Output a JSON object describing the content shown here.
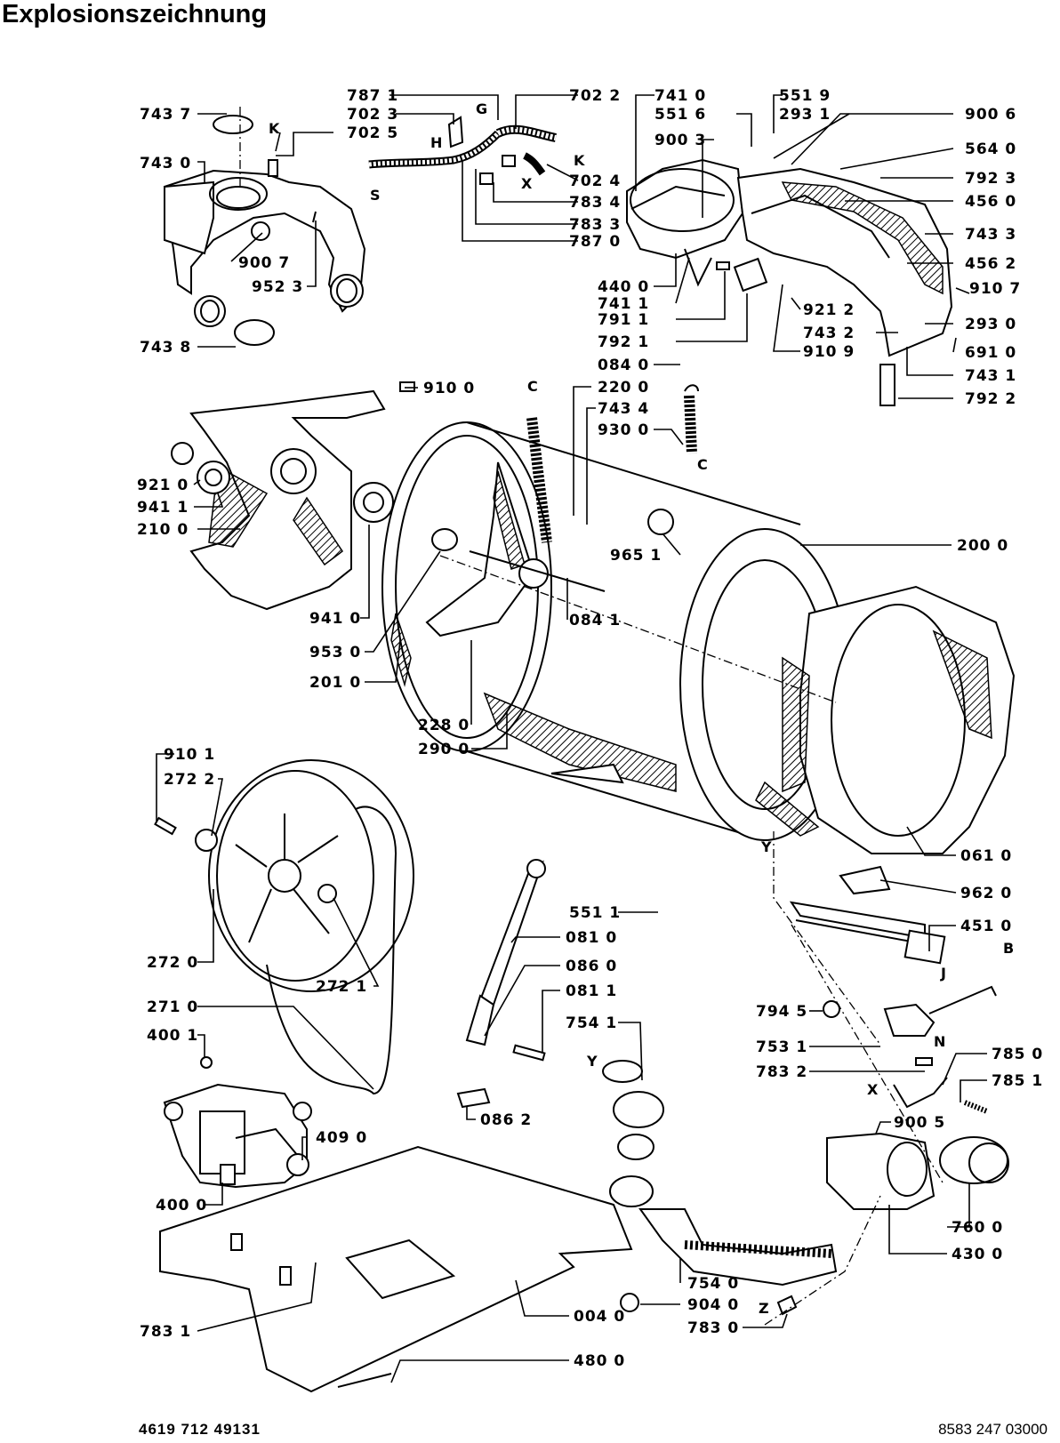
{
  "title": "Explosionszeichnung",
  "footer": {
    "left": "4619 712 49131",
    "right": "8583 247 03000"
  },
  "labels": [
    "743 7",
    "743 0",
    "900 7",
    "952 3",
    "743 8",
    "787 1",
    "702 3",
    "702 5",
    "702 2",
    "702 4",
    "783 4",
    "783 3",
    "787 0",
    "741 0",
    "551 6",
    "900 3",
    "551 9",
    "293 1",
    "900 6",
    "564 0",
    "792 3",
    "456 0",
    "743 3",
    "456 2",
    "910 7",
    "293 0",
    "691 0",
    "743 1",
    "792 2",
    "440 0",
    "741 1",
    "791 1",
    "792 1",
    "921 2",
    "743 2",
    "910 9",
    "084 0",
    "220 0",
    "743 4",
    "930 0",
    "910 0",
    "921 0",
    "941 1",
    "210 0",
    "941 0",
    "953 0",
    "201 0",
    "965 1",
    "084 1",
    "200 0",
    "228 0",
    "290 0",
    "910 1",
    "272 2",
    "272 0",
    "272 1",
    "271 0",
    "061 0",
    "962 0",
    "451 0",
    "551 1",
    "081 0",
    "086 0",
    "081 1",
    "754 1",
    "794 5",
    "753 1",
    "783 2",
    "785 0",
    "785 1",
    "900 5",
    "400 1",
    "409 0",
    "400 0",
    "086 2",
    "760 0",
    "430 0",
    "754 0",
    "904 0",
    "783 0",
    "783 1",
    "004 0",
    "480 0"
  ],
  "letters": [
    "K",
    "H",
    "G",
    "S",
    "X",
    "K",
    "C",
    "C",
    "B",
    "J",
    "N",
    "X",
    "Y",
    "Z",
    "Y"
  ]
}
